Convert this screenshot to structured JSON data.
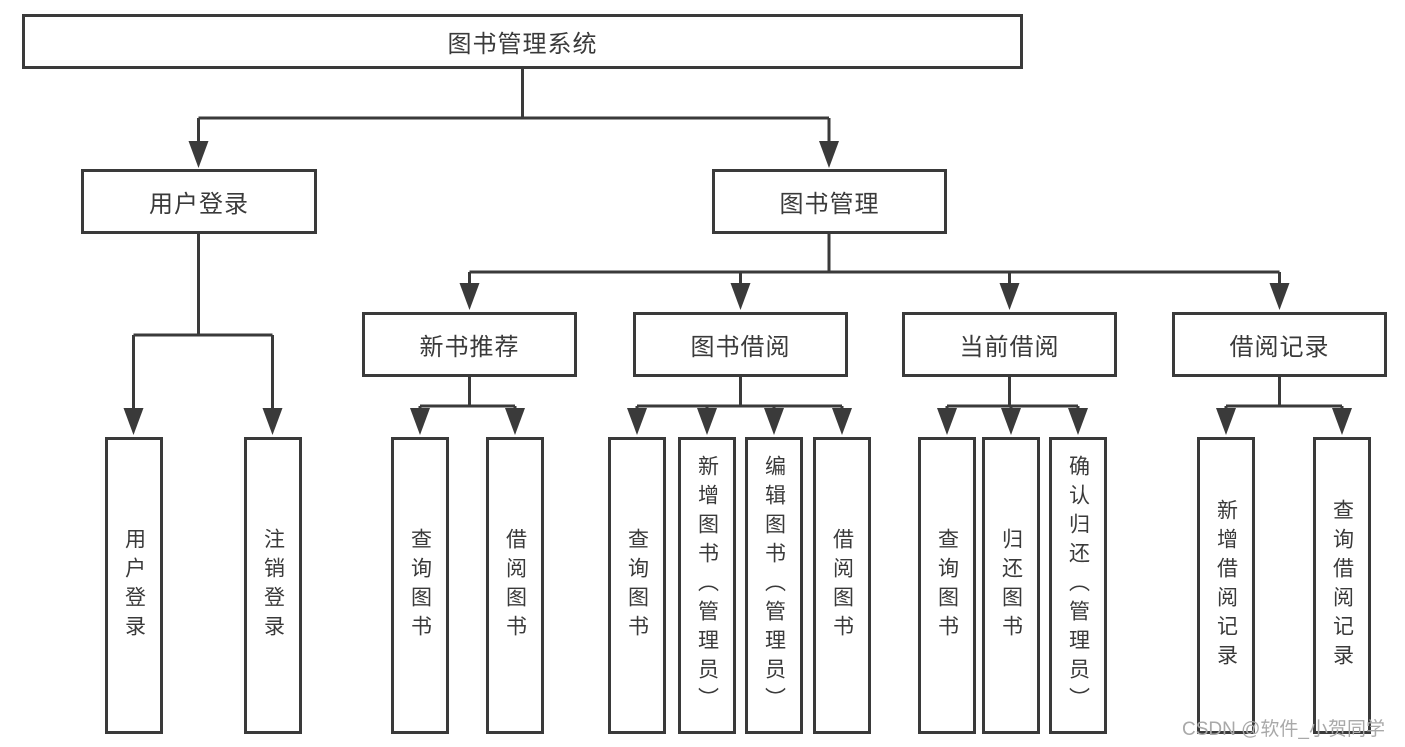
{
  "nodes": {
    "root": "图书管理系统",
    "user_login": "用户登录",
    "book_management": "图书管理",
    "new_book_recommend": "新书推荐",
    "book_borrow": "图书借阅",
    "current_borrow": "当前借阅",
    "borrow_records": "借阅记录",
    "leaf_user_login": "用户登录",
    "leaf_logout_login": "注销登录",
    "leaf_nb_query_books": "查询图书",
    "leaf_nb_borrow_books": "借阅图书",
    "leaf_bb_query_books": "查询图书",
    "leaf_bb_add_books_admin": "新增图书（管理员）",
    "leaf_bb_edit_books_admin": "编辑图书（管理员）",
    "leaf_bb_borrow_books": "借阅图书",
    "leaf_cb_query_books": "查询图书",
    "leaf_cb_return_books": "归还图书",
    "leaf_cb_confirm_return_admin": "确认归还（管理员）",
    "leaf_br_add_record": "新增借阅记录",
    "leaf_br_query_record": "查询借阅记录"
  },
  "watermark": "CSDN @软件_小贺同学",
  "colors": {
    "line": "#3a3a3a",
    "text": "#3a3a3a",
    "watermark": "#a9a9a9",
    "background": "#ffffff"
  }
}
